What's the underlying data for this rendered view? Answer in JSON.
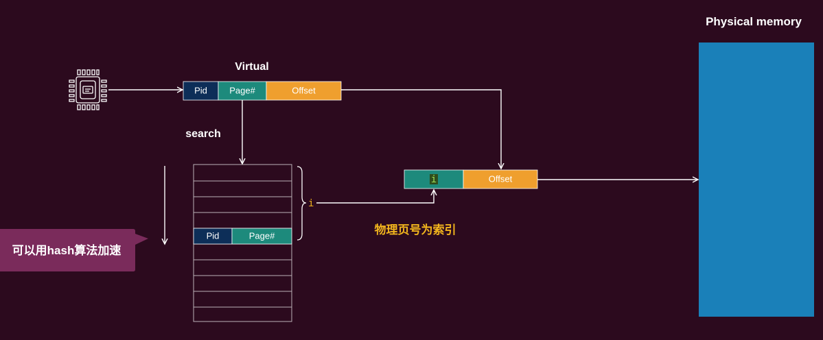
{
  "labels": {
    "physical_memory": "Physical memory",
    "virtual": "Virtual",
    "search": "search",
    "index_note": "物理页号为索引",
    "callout": "可以用hash算法加速",
    "brace_index": "i"
  },
  "virtual_address": {
    "pid": "Pid",
    "page": "Page#",
    "offset": "Offset"
  },
  "table_entry": {
    "pid": "Pid",
    "page": "Page#"
  },
  "physical_address": {
    "frame": "i",
    "offset": "Offset"
  },
  "icons": {
    "cpu": "cpu-chip-icon"
  },
  "colors": {
    "background": "#2c0a1e",
    "pid": "#0d2e58",
    "page": "#1d8a7c",
    "offset": "#ef9f2e",
    "memory": "#1a80b9",
    "callout": "#7a2b5b",
    "accent_text": "#f2b51d"
  }
}
